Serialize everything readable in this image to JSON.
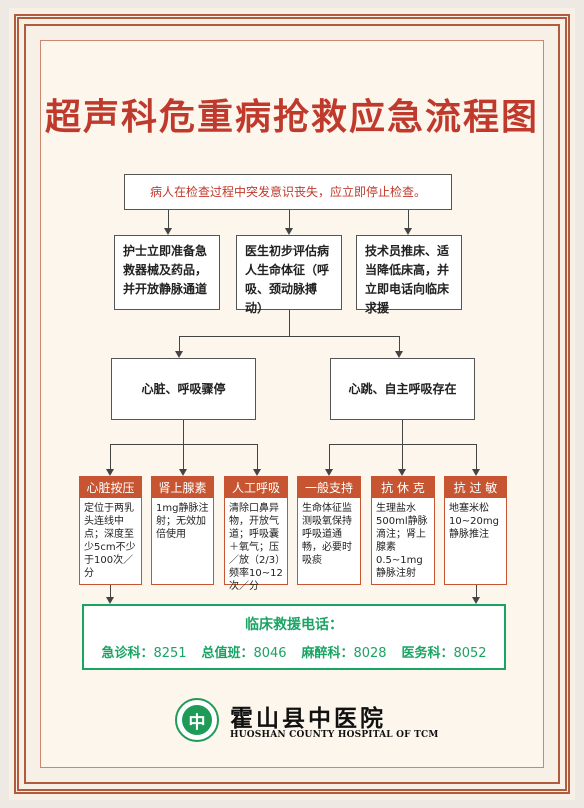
{
  "title": "超声科危重病抢救应急流程图",
  "start": "病人在检查过程中突发意识丧失，应立即停止检查。",
  "level1": [
    "护士立即准备急救器械及药品，并开放静脉通道",
    "医生初步评估病人生命体征（呼吸、颈动脉搏动）",
    "技术员推床、适当降低床高，并立即电话向临床求援"
  ],
  "level2": [
    "心脏、呼吸骤停",
    "心跳、自主呼吸存在"
  ],
  "steps": [
    {
      "header": "心脏按压",
      "body": "定位于两乳头连线中点；深度至少5cm不少于100次／分"
    },
    {
      "header": "肾上腺素",
      "body": "1mg静脉注射；无效加倍使用"
    },
    {
      "header": "人工呼吸",
      "body": "清除口鼻异物，开放气道；呼吸囊＋氧气；压／放（2/3）频率10~12次／分"
    },
    {
      "header": "一般支持",
      "body": "生命体征监测吸氧保持呼吸道通畅，必要时吸痰"
    },
    {
      "header": "抗 休 克",
      "body": "生理盐水500ml静脉滴注；肾上腺素0.5~1mg静脉注射"
    },
    {
      "header": "抗 过 敏",
      "body": "地塞米松10~20mg静脉推注"
    }
  ],
  "phone": {
    "title": "临床救援电话：",
    "items": [
      {
        "label": "急诊科：",
        "number": "8251"
      },
      {
        "label": "总值班：",
        "number": "8046"
      },
      {
        "label": "麻醉科：",
        "number": "8028"
      },
      {
        "label": "医务科：",
        "number": "8052"
      }
    ]
  },
  "hospital": {
    "name_cn": "霍山县中医院",
    "name_en": "HUOSHAN COUNTY HOSPITAL OF TCM",
    "logo_glyph": "中"
  },
  "colors": {
    "title_red": "#bf3a2d",
    "frame": "#b05b3e",
    "header_bg": "#c75531",
    "phone_green": "#1aa463"
  }
}
